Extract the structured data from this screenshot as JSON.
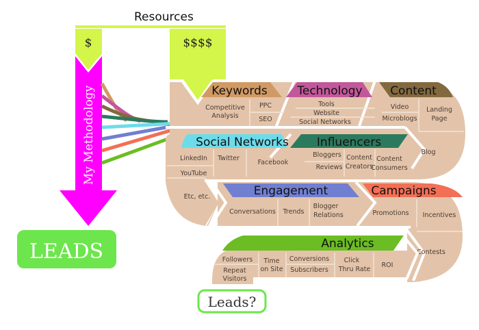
{
  "resources": {
    "title": "Resources",
    "small": "$",
    "large": "$$$$"
  },
  "methodology": {
    "label": "My Methodology",
    "result": "LEADS"
  },
  "outcome": "Leads?",
  "colors": {
    "lime": "#d4f54a",
    "magenta": "#ff00ff",
    "tan": "#e3c4aa",
    "leads_green": "#6ce64c",
    "keywords": "#d19a64",
    "technology": "#c2589b",
    "content": "#83693f",
    "social_networks": "#6ddcea",
    "influencers": "#2c7a5e",
    "engagement": "#717fd0",
    "campaigns": "#f36f55",
    "analytics": "#6bbd23"
  },
  "categories": {
    "keywords": {
      "label": "Keywords",
      "items": [
        "Competitive",
        "Analysis",
        "PPC",
        "SEO"
      ]
    },
    "technology": {
      "label": "Technology",
      "items": [
        "Tools",
        "Website",
        "Social Networks"
      ]
    },
    "content": {
      "label": "Content",
      "items": [
        "Video",
        "Microblogs",
        "Landing",
        "Page",
        "Blog"
      ]
    },
    "social_networks": {
      "label": "Social Networks",
      "items": [
        "LinkedIn",
        "YouTube",
        "Twitter",
        "Facebook",
        "Etc, etc."
      ]
    },
    "influencers": {
      "label": "Influencers",
      "items": [
        "Bloggers",
        "Reviews",
        "Content",
        "Creators",
        "Content",
        "Consumers"
      ]
    },
    "engagement": {
      "label": "Engagement",
      "items": [
        "Conversations",
        "Trends",
        "Blogger",
        "Relations"
      ]
    },
    "campaigns": {
      "label": "Campaigns",
      "items": [
        "Promotions",
        "Incentives",
        "Contests"
      ]
    },
    "analytics": {
      "label": "Analytics",
      "items": [
        "Followers",
        "Repeat",
        "Visitors",
        "Time",
        "on Site",
        "Conversions",
        "Subscribers",
        "Click",
        "Thru Rate",
        "ROI"
      ]
    }
  }
}
